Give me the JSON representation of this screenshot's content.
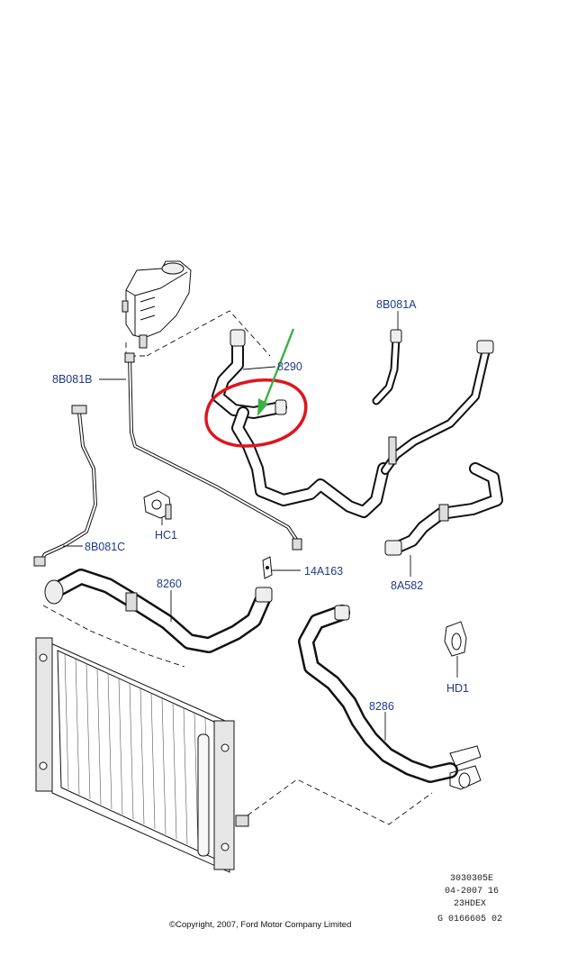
{
  "labels": {
    "l_8B081A": "8B081A",
    "l_8B081B": "8B081B",
    "l_8290": "8290",
    "l_HC1": "HC1",
    "l_8B081C": "8B081C",
    "l_14A163": "14A163",
    "l_8260": "8260",
    "l_8A582": "8A582",
    "l_HD1": "HD1",
    "l_8286": "8286"
  },
  "reference_codes": [
    "3030305E",
    "04-2007 16",
    "23HDEX",
    "G 0166605 02"
  ],
  "copyright": "©Copyright, 2007, Ford Motor Company Limited",
  "colors": {
    "label": "#1f3a8a",
    "highlight_circle": "#e0141e",
    "highlight_arrow": "#3cb043"
  }
}
